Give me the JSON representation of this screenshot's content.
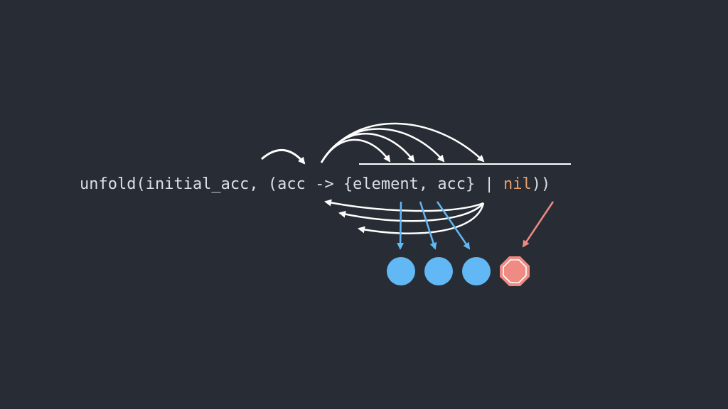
{
  "code": {
    "before_nil": "unfold(initial_acc, (acc -> {element, acc} | ",
    "nil_keyword": "nil",
    "after_nil": "))"
  },
  "elements": {
    "emitted_count": 3,
    "emitted_color": "#61b8f5",
    "stop_color": "#ef8b82"
  },
  "colors": {
    "background": "#282c34",
    "code_text": "#dcdfe4",
    "nil_text": "#e5a06b",
    "arrow_white": "#ffffff"
  }
}
